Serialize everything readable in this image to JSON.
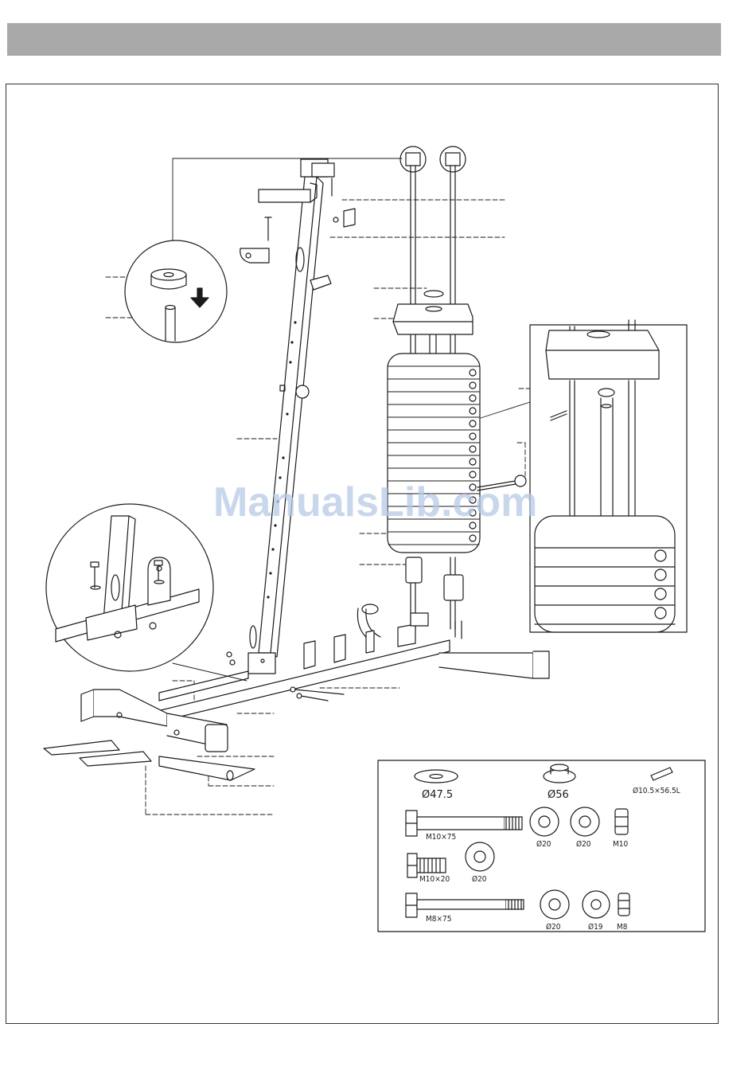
{
  "watermark": "ManualsLib.com",
  "hardware": [
    {
      "id": "washer-47",
      "label": "Ø47.5"
    },
    {
      "id": "bushing-56",
      "label": "Ø56"
    },
    {
      "id": "pin-10",
      "label": "Ø10.5×56.5L"
    },
    {
      "id": "bolt-m10x75",
      "label": "M10×75"
    },
    {
      "id": "washer-20a",
      "label": "Ø20"
    },
    {
      "id": "washer-20b",
      "label": "Ø20"
    },
    {
      "id": "nut-m10",
      "label": "M10"
    },
    {
      "id": "bolt-m10x20",
      "label": "M10×20"
    },
    {
      "id": "washer-20c",
      "label": "Ø20"
    },
    {
      "id": "bolt-m8x75",
      "label": "M8×75"
    },
    {
      "id": "washer-20d",
      "label": "Ø20"
    },
    {
      "id": "washer-19",
      "label": "Ø19"
    },
    {
      "id": "nut-m8",
      "label": "M8"
    }
  ]
}
